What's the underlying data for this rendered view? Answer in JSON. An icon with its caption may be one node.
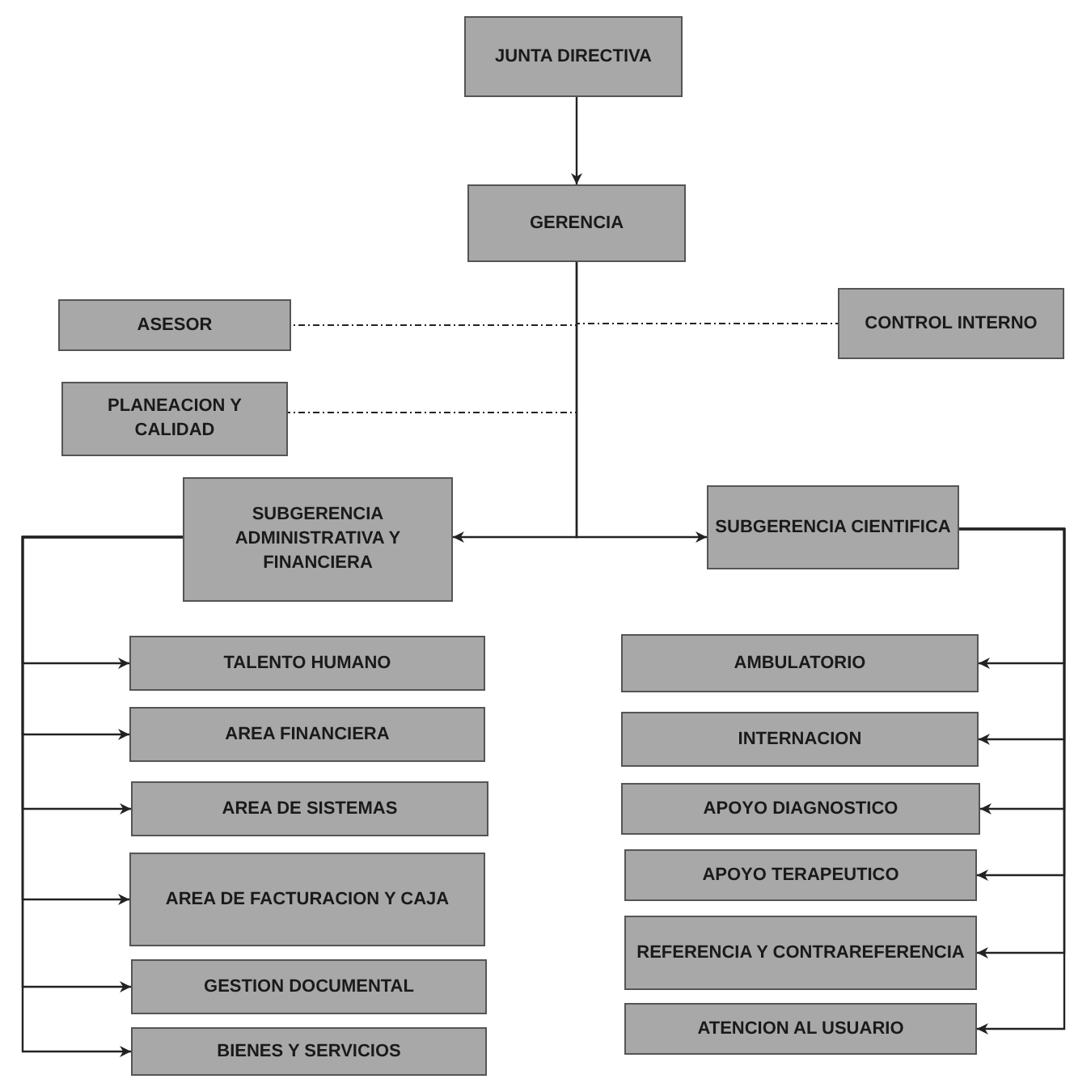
{
  "diagram": {
    "nodes": [
      {
        "text": [
          "JUNTA DIRECTIVA"
        ]
      },
      {
        "text": [
          "GERENCIA"
        ]
      },
      {
        "text": [
          "ASESOR"
        ]
      },
      {
        "text": [
          "CONTROL INTERNO"
        ]
      },
      {
        "text": [
          "PLANEACION Y CALIDAD"
        ]
      },
      {
        "text": [
          "SUBGERENCIA ADMINISTRATIVA Y FINANCIERA"
        ]
      },
      {
        "text": [
          "SUBGERENCIA CIENTIFICA"
        ]
      },
      {
        "text": [
          "TALENTO HUMANO"
        ]
      },
      {
        "text": [
          "AREA FINANCIERA"
        ]
      },
      {
        "text": [
          "AREA DE SISTEMAS"
        ]
      },
      {
        "text": [
          "AREA DE FACTURACION Y CAJA"
        ]
      },
      {
        "text": [
          "GESTION DOCUMENTAL"
        ]
      },
      {
        "text": [
          "BIENES Y SERVICIOS"
        ]
      },
      {
        "text": [
          "AMBULATORIO"
        ]
      },
      {
        "text": [
          "INTERNACION"
        ]
      },
      {
        "text": [
          "APOYO DIAGNOSTICO"
        ]
      },
      {
        "text": [
          "APOYO TERAPEUTICO"
        ]
      },
      {
        "text": [
          "REFERENCIA Y CONTRAREFERENCIA"
        ]
      },
      {
        "text": [
          "ATENCION AL USUARIO"
        ]
      }
    ],
    "edges": [
      {
        "from": 0,
        "to": 1,
        "arrow": "to"
      },
      {
        "from": 1,
        "to": 2,
        "arrow": "none",
        "style": "dashed"
      },
      {
        "from": 1,
        "to": 3,
        "arrow": "none",
        "style": "dashed"
      },
      {
        "from": 1,
        "to": 4,
        "arrow": "none",
        "style": "dashed"
      },
      {
        "from": 1,
        "to": 5,
        "arrow": "to"
      },
      {
        "from": 1,
        "to": 6,
        "arrow": "to"
      },
      {
        "from": 5,
        "to": 7,
        "arrow": "to"
      },
      {
        "from": 5,
        "to": 8,
        "arrow": "to"
      },
      {
        "from": 5,
        "to": 9,
        "arrow": "to"
      },
      {
        "from": 5,
        "to": 10,
        "arrow": "to"
      },
      {
        "from": 5,
        "to": 11,
        "arrow": "to"
      },
      {
        "from": 5,
        "to": 12,
        "arrow": "to"
      },
      {
        "from": 6,
        "to": 13,
        "arrow": "to"
      },
      {
        "from": 6,
        "to": 14,
        "arrow": "to"
      },
      {
        "from": 6,
        "to": 15,
        "arrow": "to"
      },
      {
        "from": 6,
        "to": 16,
        "arrow": "to"
      },
      {
        "from": 6,
        "to": 17,
        "arrow": "to"
      },
      {
        "from": 6,
        "to": 18,
        "arrow": "to"
      }
    ]
  }
}
